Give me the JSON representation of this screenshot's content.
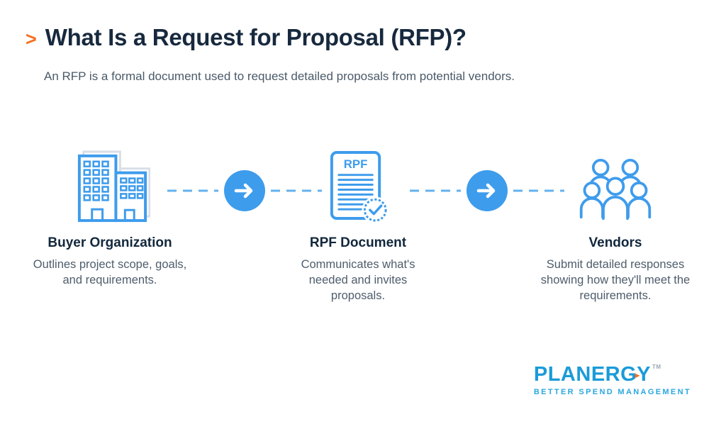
{
  "header": {
    "chevron": ">",
    "title": "What Is a Request for Proposal (RFP)?",
    "subtitle": "An RFP is a formal document used to request detailed proposals from potential vendors."
  },
  "steps": [
    {
      "icon": "buyer-organization-building-icon",
      "label": "Buyer Organization",
      "description": "Outlines project scope, goals, and requirements."
    },
    {
      "icon": "rfp-document-icon",
      "doc_label": "RPF",
      "label": "RPF Document",
      "description": "Communicates what's needed and invites proposals."
    },
    {
      "icon": "vendors-people-icon",
      "label": "Vendors",
      "description": "Submit detailed responses showing how they'll meet the requirements."
    }
  ],
  "connectors": [
    {
      "icon": "arrow-right-icon"
    },
    {
      "icon": "arrow-right-icon"
    }
  ],
  "colors": {
    "accent_blue": "#3E9CEC",
    "dash_blue": "#63B2EE",
    "title_navy": "#17293E",
    "body_text": "#4E5D6C",
    "orange_accent": "#F4701F",
    "logo_blue": "#1B9BD8",
    "tagline_blue": "#2AA7DF"
  },
  "logo": {
    "name": "PLANERGY",
    "tm": "TM",
    "tagline": "BETTER SPEND MANAGEMENT"
  }
}
